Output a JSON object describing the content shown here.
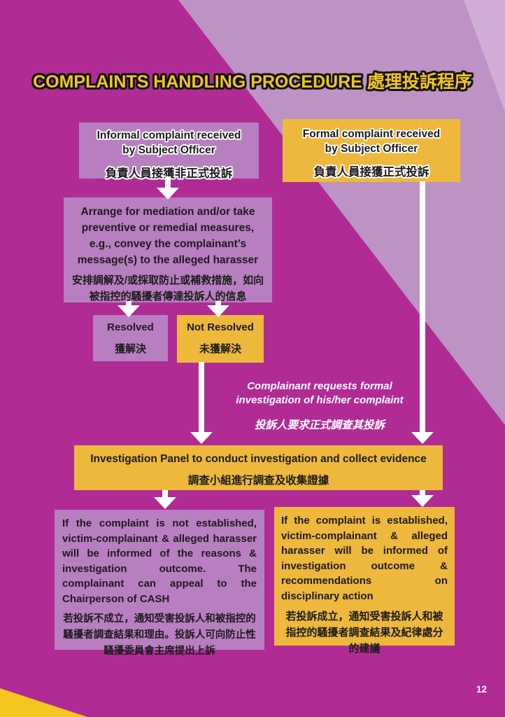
{
  "title": "COMPLAINTS HANDLING PROCEDURE 處理投訴程序",
  "page_number": "12",
  "colors": {
    "magenta_background": "#b12b95",
    "lavender_background": "#bd92c5",
    "light_lavender_corner": "#cfadd5",
    "yellow_corner_wedge": "#f5c71e",
    "purple_box": "#b87fc0",
    "amber_box": "#edb83c",
    "title_yellow": "#f2c41d",
    "arrow_white": "#ffffff",
    "text_black": "#1c1c1c"
  },
  "boxes": {
    "informal": {
      "en_lines": [
        "Informal complaint received",
        "by Subject Officer"
      ],
      "zh": "負責人員接獲非正式投訴"
    },
    "formal": {
      "en_lines": [
        "Formal complaint received",
        "by Subject Officer"
      ],
      "zh": "負責人員接獲正式投訴"
    },
    "mediation": {
      "en_lines": [
        "Arrange for mediation and/or take",
        "preventive or remedial measures,",
        "e.g., convey the complainant’s",
        "message(s) to the alleged harasser"
      ],
      "zh_lines": [
        "安排調解及/或採取防止或補救措施，如向",
        "被指控的騷擾者傳達投訴人的信息"
      ]
    },
    "resolved": {
      "en": "Resolved",
      "zh": "獲解決"
    },
    "not_resolved": {
      "en": "Not Resolved",
      "zh": "未獲解決"
    },
    "request_note": {
      "en_lines": [
        "Complainant requests formal",
        "investigation of his/her complaint"
      ],
      "zh": "投訴人要求正式調查其投訴"
    },
    "investigation": {
      "en": "Investigation Panel to conduct investigation and collect evidence",
      "zh": "調查小組進行調查及收集證據"
    },
    "not_established": {
      "en": "If the complaint is not established, victim-complainant & alleged harasser will be informed of the reasons & investigation outcome. The complainant can appeal to the Chairperson of CASH",
      "zh": "若投訴不成立，通知受害投訴人和被指控的騷擾者調查結果和理由。投訴人可向防止性騷擾委員會主席提出上訴"
    },
    "established": {
      "en": "If the complaint is established, victim-complainant & alleged harasser will be informed of investigation outcome & recommendations on disciplinary action",
      "zh": "若投訴成立，通知受害投訴人和被指控的騷擾者調查結果及紀律處分的建議"
    }
  }
}
